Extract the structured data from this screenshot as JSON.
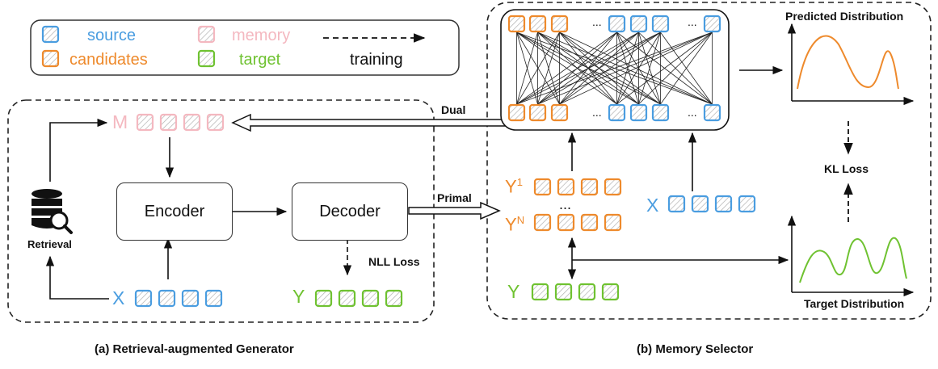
{
  "colors": {
    "source": "#4a9de0",
    "memory": "#f4b8c0",
    "candidates": "#ee8a2c",
    "target": "#6fc231",
    "line": "#111111"
  },
  "legend": {
    "source": "source",
    "memory": "memory",
    "candidates": "candidates",
    "target": "target",
    "training": "training"
  },
  "generator": {
    "memory_symbol": "M",
    "encoder": "Encoder",
    "decoder": "Decoder",
    "retrieval": "Retrieval",
    "x_symbol": "X",
    "y_symbol": "Y",
    "nll_loss": "NLL Loss",
    "caption": "(a) Retrieval-augmented Generator"
  },
  "selector": {
    "dual": "Dual",
    "primal": "Primal",
    "y1_base": "Y",
    "y1_sup": "1",
    "yn_base": "Y",
    "yn_sup": "N",
    "ellipsis": "...",
    "x_symbol": "X",
    "y_symbol": "Y",
    "predicted_distribution": "Predicted Distribution",
    "target_distribution": "Target Distribution",
    "kl_loss": "KL Loss",
    "caption": "(b) Memory Selector"
  }
}
